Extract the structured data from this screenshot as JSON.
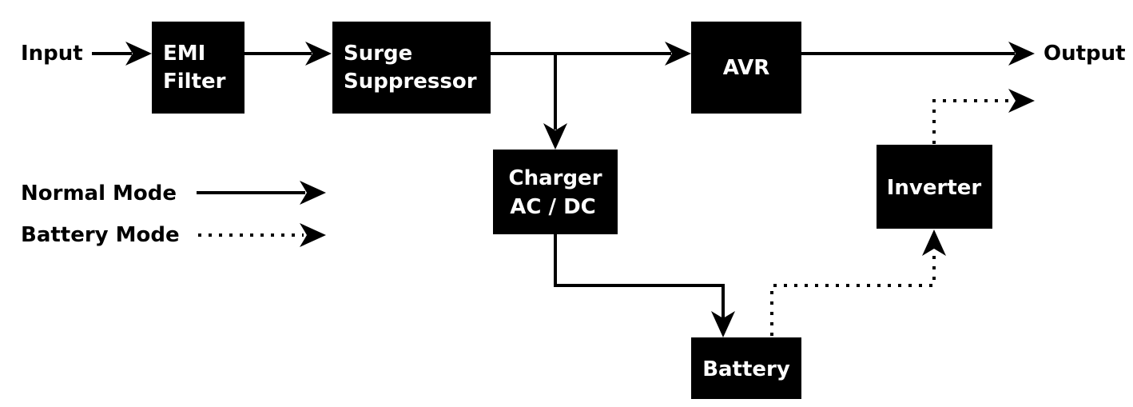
{
  "colors": {
    "block": "#000000",
    "block_text": "#ffffff",
    "line": "#000000",
    "background": "#ffffff"
  },
  "labels": {
    "input": "Input",
    "output": "Output"
  },
  "blocks": {
    "emi_filter": [
      "EMI",
      "Filter"
    ],
    "surge_suppressor": [
      "Surge",
      "Suppressor"
    ],
    "avr": [
      "AVR"
    ],
    "charger": [
      "Charger",
      "AC / DC"
    ],
    "battery": [
      "Battery"
    ],
    "inverter": [
      "Inverter"
    ]
  },
  "legend": {
    "normal_mode": "Normal Mode",
    "battery_mode": "Battery Mode"
  }
}
